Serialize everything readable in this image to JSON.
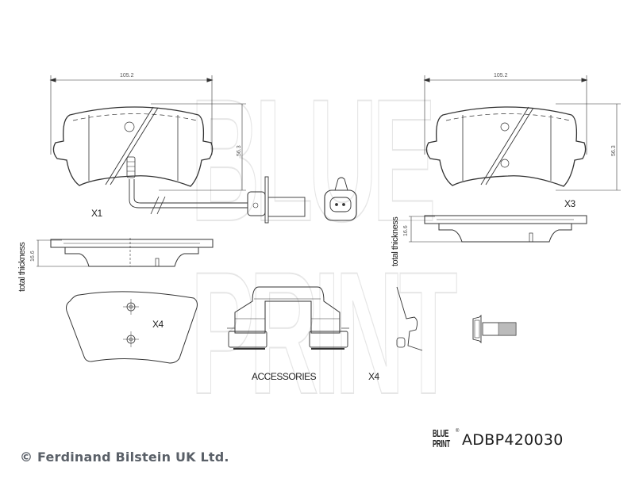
{
  "watermark": {
    "line1": "BLUE",
    "line2": "PRINT"
  },
  "drawings": {
    "pad_with_sensor": {
      "width_dim": "105.2",
      "height_dim": "56.3",
      "quantity": "X1"
    },
    "pad_plain": {
      "width_dim": "105.2",
      "height_dim": "56.3",
      "quantity": "X3"
    },
    "side_view_left": {
      "label": "total thickness",
      "thickness_dim": "16.6"
    },
    "side_view_right": {
      "label": "total thickness",
      "thickness_dim": "16.6"
    },
    "shim": {
      "quantity": "X4"
    },
    "accessories": {
      "label": "ACCESSORIES",
      "quantity": "X4"
    }
  },
  "footer": {
    "copyright": "© Ferdinand Bilstein UK Ltd.",
    "brand_line1": "BLUE",
    "brand_line2": "PRINT",
    "brand_reg": "®",
    "part_number": "ADBP420030"
  },
  "colors": {
    "line": "#333333",
    "watermark": "#e6e6e6",
    "copyright_text": "#5a6068",
    "part_text": "#1c1c1c"
  }
}
